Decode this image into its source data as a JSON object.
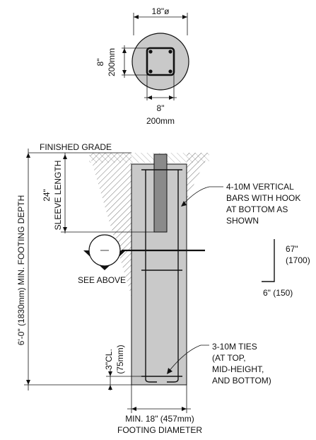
{
  "plan": {
    "diameter_label": "18\"ø",
    "vertical_spacing_in": "8\"",
    "vertical_spacing_mm": "200mm",
    "horizontal_spacing_in": "8\"",
    "horizontal_spacing_mm": "200mm"
  },
  "section": {
    "finished_grade": "FINISHED GRADE",
    "sleeve_dim": "24\"",
    "sleeve_length": "SLEEVE LENGTH",
    "depth_label": "6'-0\" (1830mm) MIN. FOOTING DEPTH",
    "see_above": "SEE ABOVE",
    "clear_cover_in": "3\"CL.",
    "clear_cover_mm": "(75mm)",
    "vertical_bars_note": [
      "4-10M VERTICAL",
      "BARS WITH HOOK",
      "AT BOTTOM AS",
      "SHOWN"
    ],
    "ties_note": [
      "3-10M TIES",
      "(AT TOP,",
      "MID-HEIGHT,",
      "AND BOTTOM)"
    ],
    "footing_label": [
      "MIN. 18\" (457mm)",
      "FOOTING DIAMETER"
    ]
  },
  "hook_detail": {
    "height_in": "67\"",
    "height_mm": "(1700)",
    "length_label": "6\" (150)"
  },
  "colors": {
    "concrete": "#c9c9c9",
    "sleeve": "#8a8a8a",
    "line": "#111111"
  }
}
